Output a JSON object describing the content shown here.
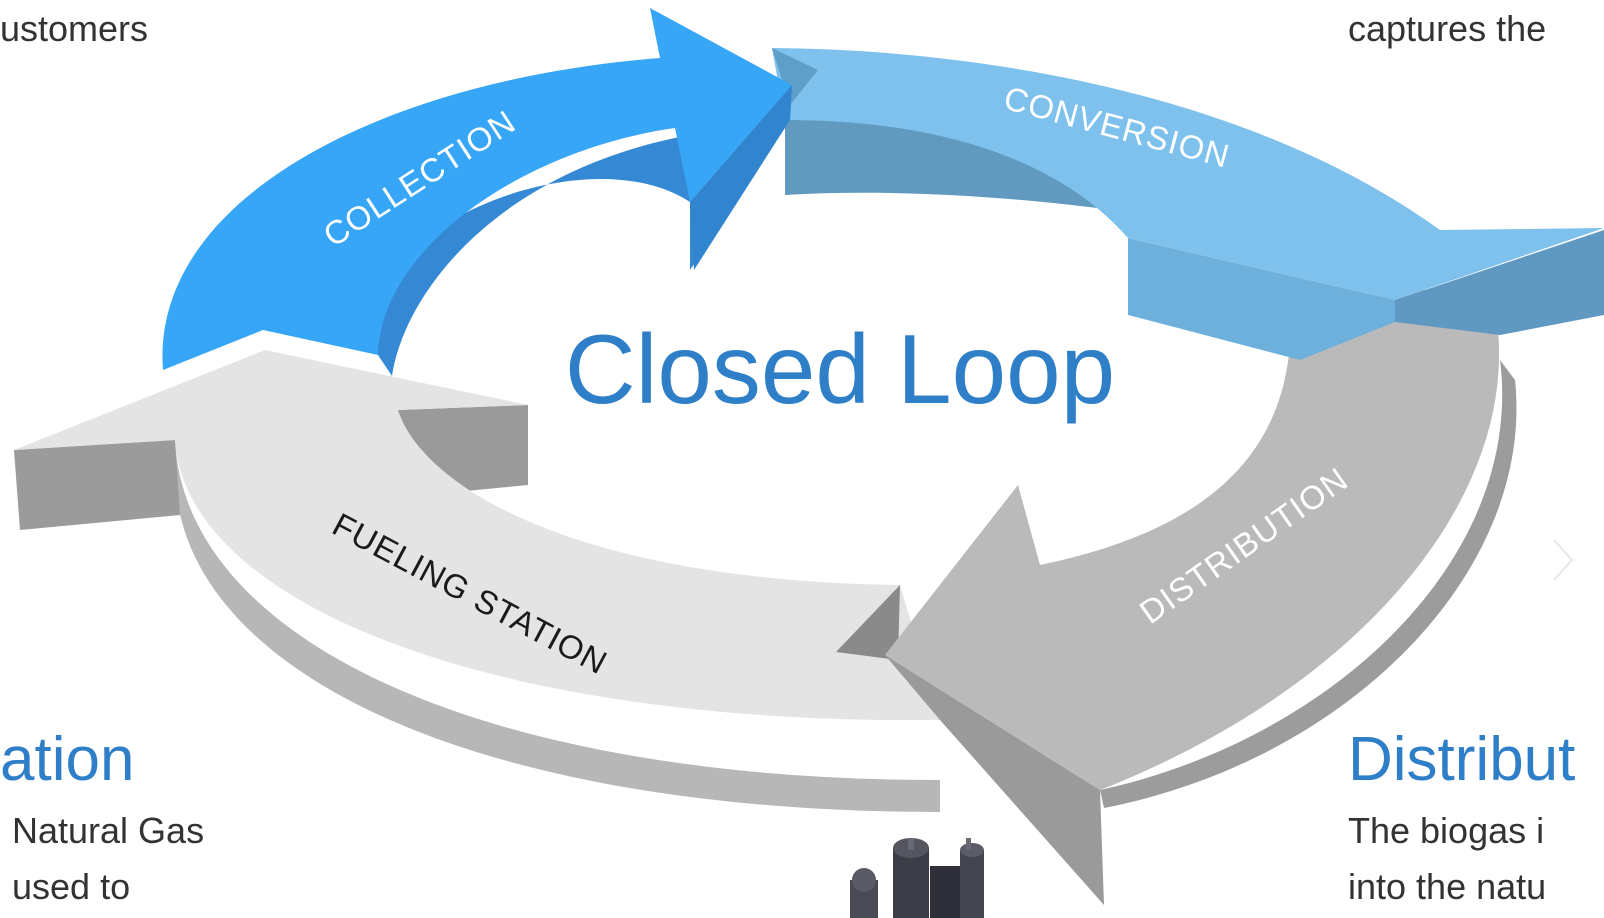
{
  "left_panel": {
    "top_fragment": "ustomers",
    "heading_fragment": "ation",
    "body_line1": "Natural Gas",
    "body_line2": "used to"
  },
  "right_panel": {
    "top_fragment": "captures the",
    "heading_fragment": "Distribut",
    "body_line1": "The biogas i",
    "body_line2": "into the natu"
  },
  "diagram": {
    "title": "Closed Loop",
    "segments": [
      {
        "label": "COLLECTION",
        "color": "#38a6f6"
      },
      {
        "label": "CONVERSION",
        "color": "#7fc0ec"
      },
      {
        "label": "DISTRIBUTION",
        "color": "#bdbdbd"
      },
      {
        "label": "FUELING STATION",
        "color": "#e4e4e4"
      }
    ],
    "title_color": "#2f7fc8"
  }
}
